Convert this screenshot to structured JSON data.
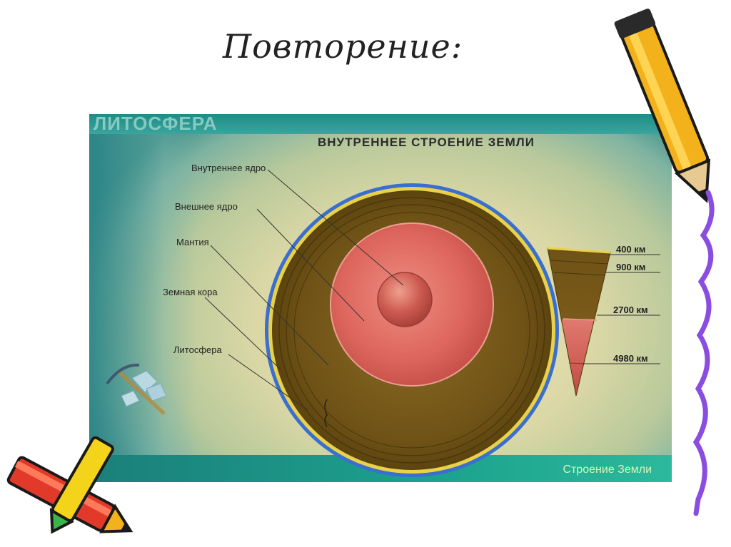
{
  "slide": {
    "title": "Повторение:"
  },
  "panel": {
    "section_title": "ЛИТОСФЕРА",
    "diagram_title": "ВНУТРЕННЕЕ СТРОЕНИЕ ЗЕМЛИ",
    "footer_label": "Строение Земли"
  },
  "layers": [
    {
      "label": "Внутреннее ядро"
    },
    {
      "label": "Внешнее ядро"
    },
    {
      "label": "Мантия"
    },
    {
      "label": "Земная кора"
    },
    {
      "label": "Литосфера"
    }
  ],
  "depths": [
    {
      "label": "400 км"
    },
    {
      "label": "900 км"
    },
    {
      "label": "2700 км"
    },
    {
      "label": "4980 км"
    }
  ],
  "colors": {
    "mantle": "#7a5a1a",
    "outer_core": "#d9625c",
    "inner_core": "#c8534d",
    "crust": "#e9d14a",
    "ocean": "#3a6fd0"
  },
  "decor": {
    "pencil_right_icon": "pencil-icon",
    "pencil_left_icon": "pencil-icon",
    "scribble_icon": "scribble-icon"
  }
}
